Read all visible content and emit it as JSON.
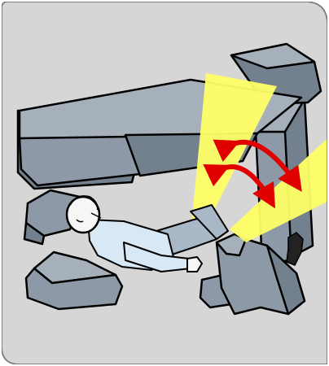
{
  "illustration": {
    "colors": {
      "panel_fill": "#d6d6d6",
      "panel_border": "#777777",
      "rock_face": "#8d99a6",
      "rock_side": "#73808d",
      "rock_top": "#a5b0bb",
      "rock_outline": "#000000",
      "light_beam": "#ffff66",
      "arrow": "#e00000",
      "shirt": "#d8e8f4",
      "skin": "#f6f6f6",
      "pants": "#a9b8c6",
      "shoe": "#222222"
    },
    "icons": [
      "collapsed-rocks",
      "light-beam",
      "red-curved-arrow",
      "trapped-person"
    ]
  }
}
